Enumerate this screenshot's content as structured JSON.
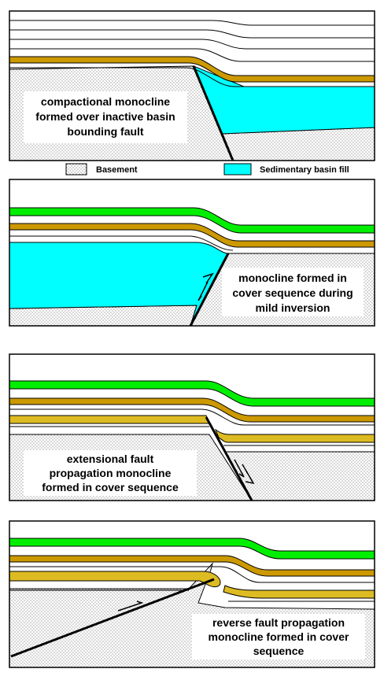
{
  "panels": [
    {
      "label_lines": [
        "compactional monocline",
        "formed over  inactive basin",
        "bounding fault"
      ]
    },
    {
      "label_lines": [
        "monocline formed in",
        "cover sequence during",
        "mild inversion"
      ]
    },
    {
      "label_lines": [
        "extensional fault",
        "propagation monocline",
        "formed in cover sequence"
      ]
    },
    {
      "label_lines": [
        "reverse fault propagation",
        "monocline formed in cover",
        "sequence"
      ]
    }
  ],
  "legend": {
    "basement": "Basement",
    "basin_fill": "Sedimentary basin fill"
  },
  "colors": {
    "basin_fill": "#00ffff",
    "orange_layer": "#cc9900",
    "yellow_layer": "#ddbb22",
    "green_layer": "#00ee00",
    "basement_dots": "#777777",
    "outline": "#000000"
  }
}
